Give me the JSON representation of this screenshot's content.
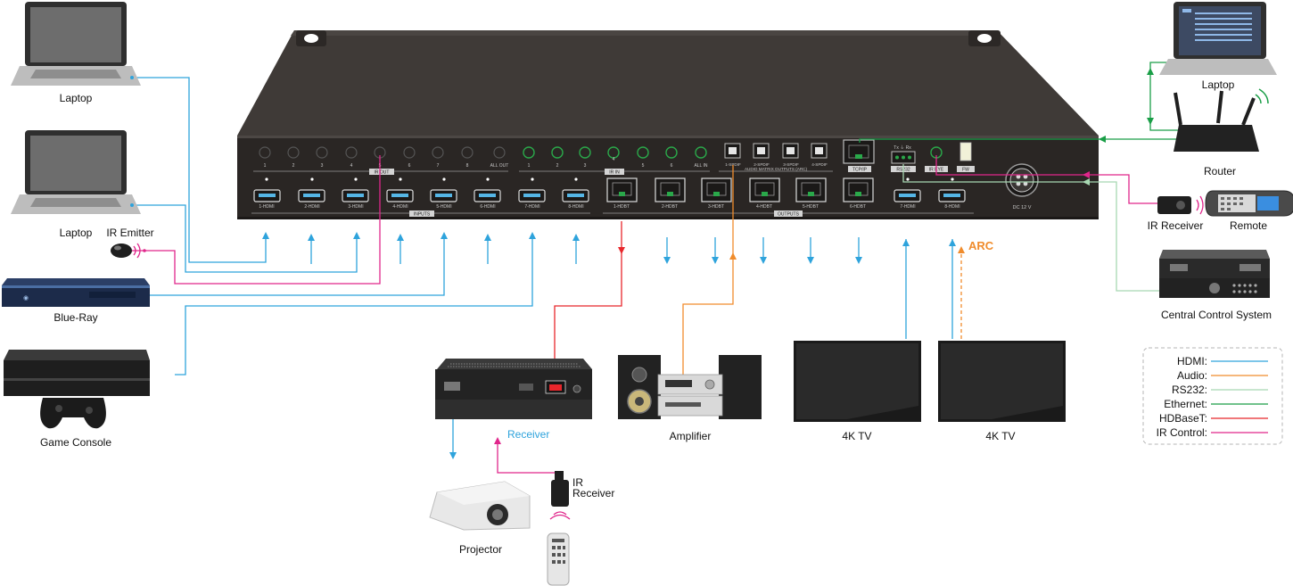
{
  "devices": {
    "laptop_1": "Laptop",
    "laptop_2": "Laptop",
    "ir_emitter": "IR Emitter",
    "bluray": "Blue-Ray",
    "game_console": "Game Console",
    "receiver": "Receiver",
    "projector": "Projector",
    "ir_receiver_rx_1": "IR",
    "ir_receiver_rx_2": "Receiver",
    "amplifier": "Amplifier",
    "tv_1": "4K TV",
    "tv_2": "4K TV",
    "laptop_3": "Laptop",
    "router": "Router",
    "ir_receiver": "IR Receiver",
    "remote": "Remote",
    "central_control": "Central Control System",
    "arc": "ARC"
  },
  "panel": {
    "ir_out_numbers": [
      "1",
      "2",
      "3",
      "4",
      "5",
      "6",
      "7",
      "8",
      "ALL OUT"
    ],
    "ir_out_label": "IR OUT",
    "ir_in_numbers": [
      "1",
      "2",
      "3",
      "4",
      "5",
      "6",
      "ALL IN"
    ],
    "ir_in_label": "IR IN",
    "spdif_labels": [
      "1-SPDIF",
      "2-SPDIF",
      "3-SPDIF",
      "4-SPDIF"
    ],
    "audio_matrix_label": "AUDIO MATRIX OUTPUTS (ARC)",
    "tcpip_label": "TCP/IP",
    "rs232_label": "RS232",
    "rs232_pins": "Tx  ⏚  Rx",
    "ir_eye_label": "IR EYE",
    "fw_label": "FW",
    "inputs": [
      "1-HDMI",
      "2-HDMI",
      "3-HDMI",
      "4-HDMI",
      "5-HDMI",
      "6-HDMI",
      "7-HDMI",
      "8-HDMI"
    ],
    "inputs_label": "INPUTS",
    "hdbt_outputs": [
      "1-HDBT",
      "2-HDBT",
      "3-HDBT",
      "4-HDBT",
      "5-HDBT",
      "6-HDBT"
    ],
    "hdmi_outputs": [
      "7-HDMI",
      "8-HDMI"
    ],
    "outputs_label": "OUTPUTS",
    "power_label": "DC 12 V"
  },
  "legend": {
    "items": [
      {
        "label": "HDMI:",
        "color": "#2ea3dc"
      },
      {
        "label": "Audio:",
        "color": "#f08c2c"
      },
      {
        "label": "RS232:",
        "color": "#a8d8b2"
      },
      {
        "label": "Ethernet:",
        "color": "#1a9e47"
      },
      {
        "label": "HDBaseT:",
        "color": "#e8262b"
      },
      {
        "label": "IR Control:",
        "color": "#e0268b"
      }
    ]
  }
}
